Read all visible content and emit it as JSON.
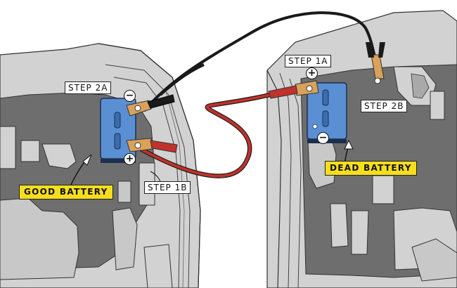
{
  "labels": {
    "step_2a": "STEP 2A",
    "step_1b": "STEP 1B",
    "step_1a": "STEP 1A",
    "step_2b": "STEP 2B",
    "good_battery": "GOOD BATTERY",
    "dead_battery": "DEAD BATTERY"
  },
  "terminals": {
    "good_top": "−",
    "good_bottom": "+",
    "dead_top": "+",
    "dead_bottom": "−"
  },
  "colors": {
    "engine_bay": "#d2d2d2",
    "engine_dark": "#6e6e6e",
    "battery": "#5b8fd3",
    "red_cable": "#c0322b",
    "black_cable": "#1a1a1a",
    "clamp": "#d9a15a",
    "label_highlight": "#f6de1c"
  }
}
